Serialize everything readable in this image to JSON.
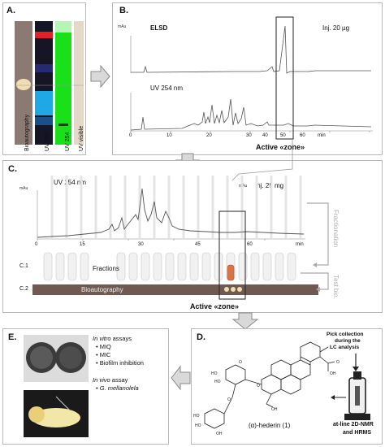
{
  "panel_a": {
    "label": "A.",
    "lanes": [
      "Bioautography",
      "UV 366",
      "UV 254",
      "UV visible"
    ]
  },
  "panel_b": {
    "label": "B.",
    "unit": "mAu",
    "trace1_name": "ELSD",
    "trace1_inj": "Inj. 20 µg",
    "trace2_name": "UV 254 nm",
    "x_ticks": [
      "0",
      "10",
      "20",
      "30",
      "40",
      "50",
      "60"
    ],
    "x_unit": "min",
    "active_zone": "Active «zone»"
  },
  "panel_c": {
    "label": "C.",
    "unit": "mAu",
    "trace_name": "UV 254 nm",
    "inj": "Inj. 25 mg",
    "x_ticks": [
      "0",
      "15",
      "30",
      "45",
      "60"
    ],
    "x_unit": "min",
    "row1_label": "C.1",
    "row1_text": "Fractions",
    "row2_label": "C.2",
    "row2_text": "Bioautography",
    "side1": "Fractionation",
    "side2": "Test bio.",
    "active_zone": "Active «zone»"
  },
  "panel_d": {
    "label": "D.",
    "pick_line1": "Pick collection",
    "pick_line2": "during the",
    "pick_line3": "LC analysis",
    "compound": "(α)-hederin  (1)",
    "atline_line1": "at-line  2D-NMR",
    "atline_line2": "and HRMS"
  },
  "panel_e": {
    "label": "E.",
    "invitro_prefix": "In vitro",
    "invitro_suffix": " assays",
    "invitro_items": [
      "MIQ",
      "MIC",
      "Biofilm inhibition"
    ],
    "invivo_prefix": "In vivo",
    "invivo_suffix": " assay",
    "invivo_item": "G. mellanolela"
  },
  "colors": {
    "trace": "#555555",
    "arrow_fill": "#d9d9d9",
    "arrow_stroke": "#8a8a8a",
    "panel_border": "#b9b9b9",
    "bio_band": "#6e5a52",
    "uv366_red": "#e0202a",
    "uv366_blue": "#1ea9e6",
    "uv254_green": "#19e019",
    "bioautography_spot": "#f0ddb0",
    "active_fraction": "#d9744a"
  }
}
